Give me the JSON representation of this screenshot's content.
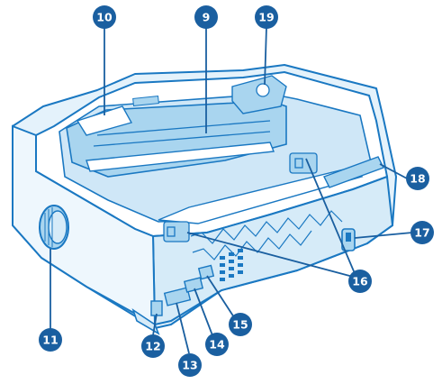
{
  "colors": {
    "outline": "#1a78c2",
    "light_blue": "#a9d5ef",
    "pale_blue": "#e4f2fb",
    "callout_fill": "#1a5fa0",
    "callout_text": "#ffffff",
    "background": "#ffffff"
  },
  "callouts": [
    {
      "id": "c9",
      "label": "9"
    },
    {
      "id": "c10",
      "label": "10"
    },
    {
      "id": "c11",
      "label": "11"
    },
    {
      "id": "c12",
      "label": "12"
    },
    {
      "id": "c13",
      "label": "13"
    },
    {
      "id": "c14",
      "label": "14"
    },
    {
      "id": "c15",
      "label": "15"
    },
    {
      "id": "c16",
      "label": "16"
    },
    {
      "id": "c17",
      "label": "17"
    },
    {
      "id": "c18",
      "label": "18"
    },
    {
      "id": "c19",
      "label": "19"
    }
  ]
}
